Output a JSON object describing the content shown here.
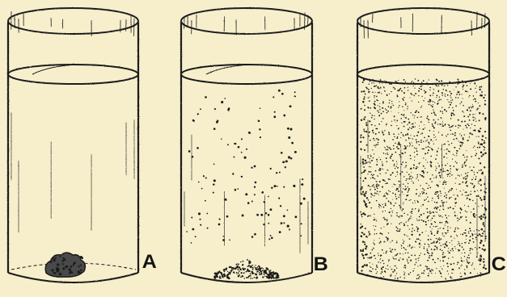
{
  "figure": {
    "labels": {
      "a": "A",
      "b": "B",
      "c": "C"
    },
    "glasses": [
      {
        "id": "A",
        "state": "undissolved lump at bottom"
      },
      {
        "id": "B",
        "state": "partially dispersed particles"
      },
      {
        "id": "C",
        "state": "fully dispersed particles"
      }
    ],
    "colors": {
      "paper": "#f7efcc",
      "ink": "#1a1a1a"
    }
  }
}
